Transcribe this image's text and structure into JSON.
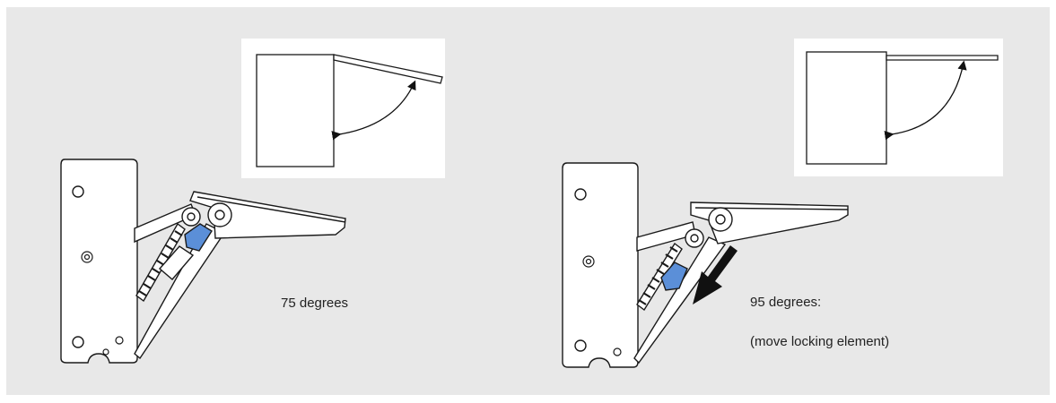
{
  "figure": {
    "left": {
      "caption": "75 degrees"
    },
    "right": {
      "caption": "95 degrees:",
      "note": "(move locking element)"
    }
  },
  "colors": {
    "background": "#e8e8e8",
    "line": "#1a1a1a",
    "locking_element": "#5b8fd8",
    "arrow": "#111111"
  }
}
